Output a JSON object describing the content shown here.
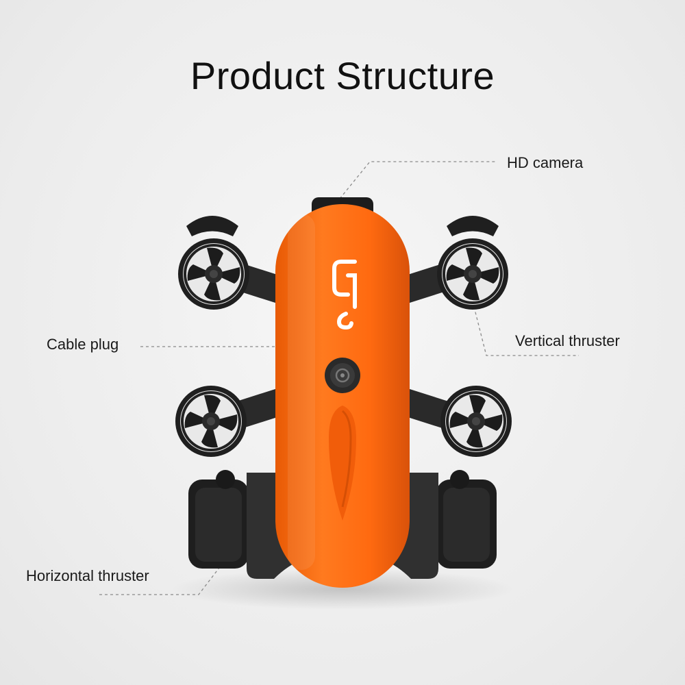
{
  "title": "Product Structure",
  "labels": {
    "hd_camera": "HD camera",
    "cable_plug": "Cable plug",
    "vertical_thruster": "Vertical thruster",
    "horizontal_thruster": "Horizontal thruster"
  },
  "colors": {
    "body_orange": "#ff6a10",
    "frame_dark": "#2c2c2c",
    "leader_line": "#8a8a8a"
  }
}
